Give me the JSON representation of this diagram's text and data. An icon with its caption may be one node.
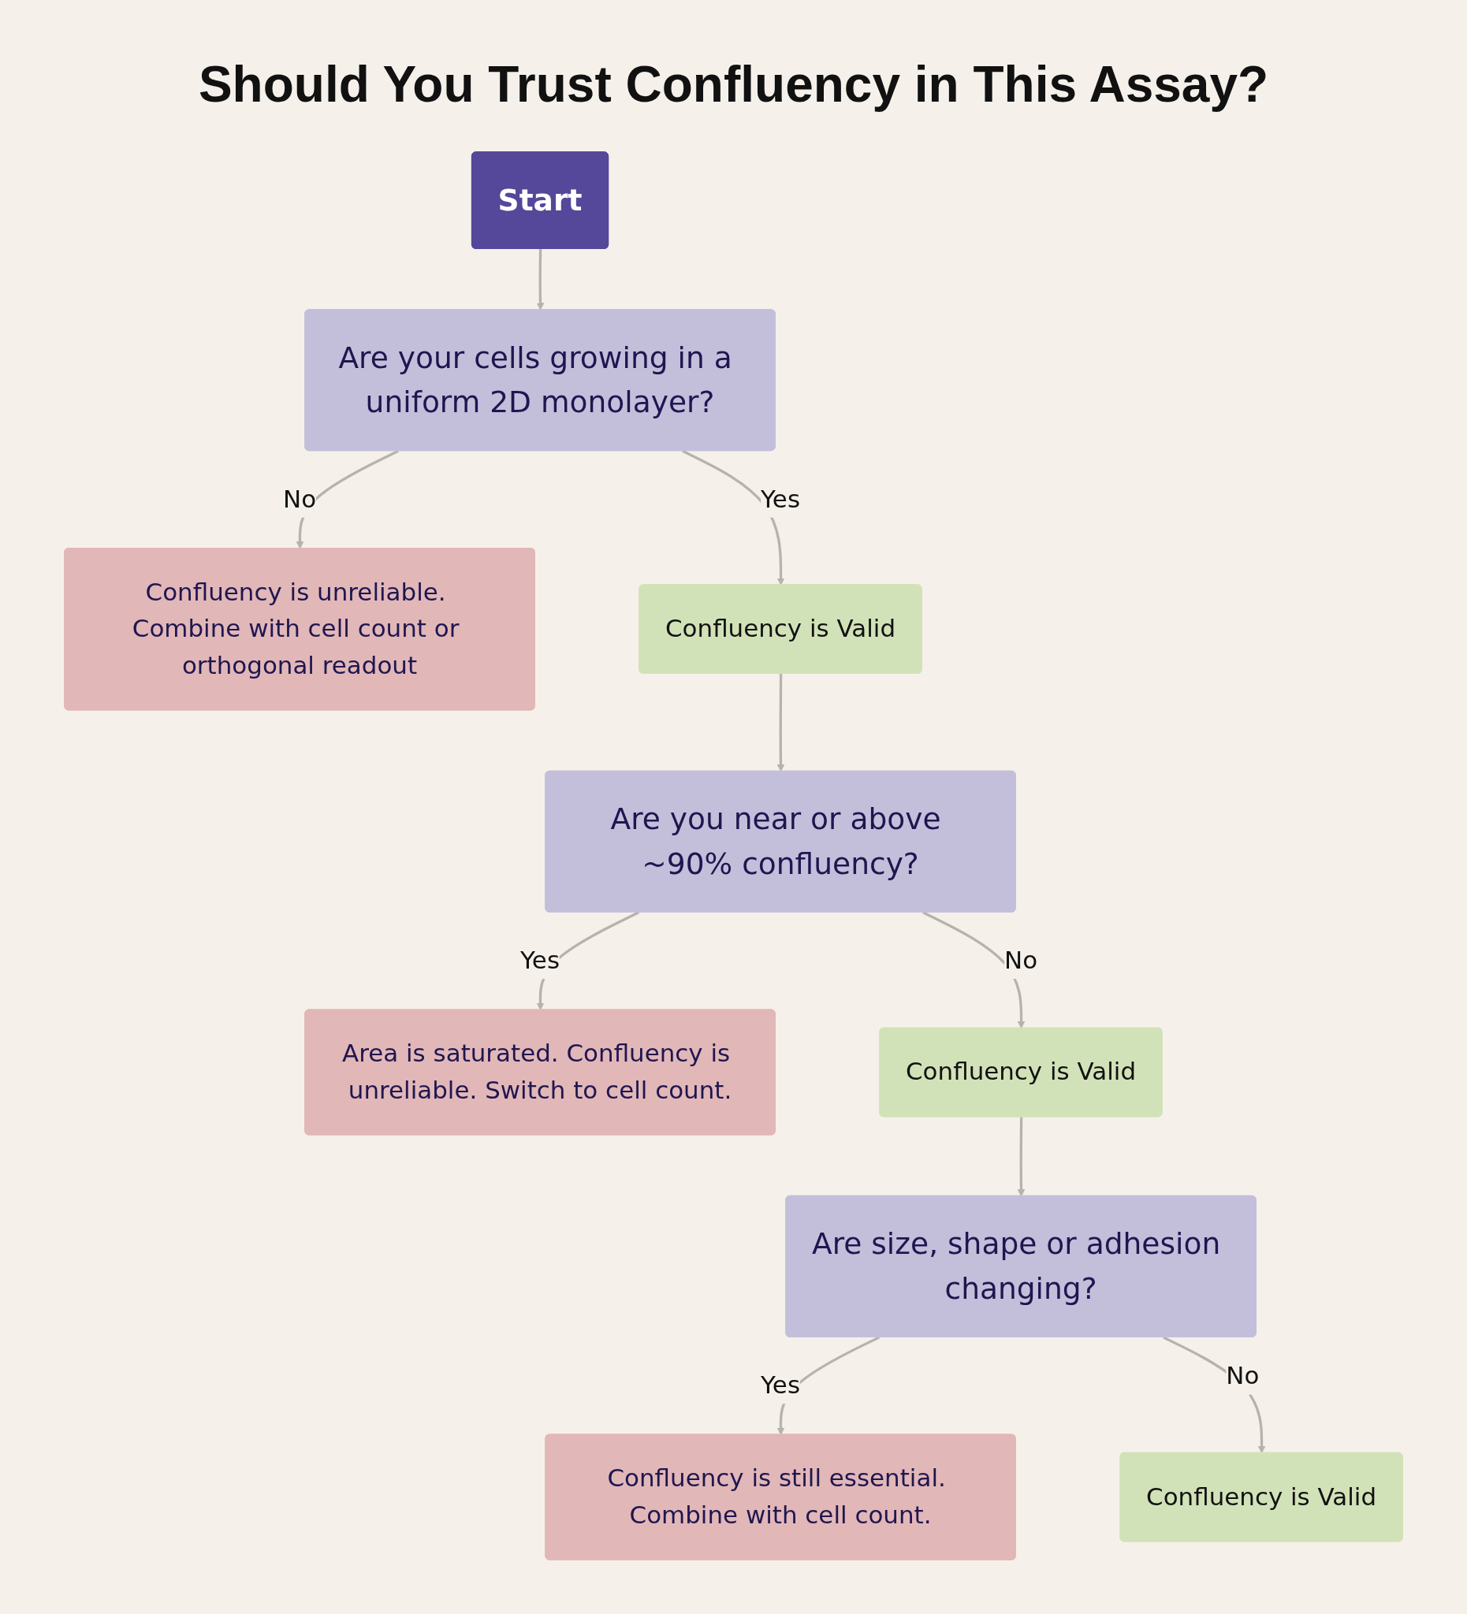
{
  "diagram": {
    "title": "Should You Trust Confluency in This Assay?",
    "nodes": [
      {
        "text": [
          "Start"
        ]
      },
      {
        "text": [
          "Are your cells growing in a uniform 2D monolayer?"
        ]
      },
      {
        "text": [
          "Confluency is unreliable. Combine with cell count or orthogonal readout"
        ]
      },
      {
        "text": [
          "Confluency is Valid"
        ]
      },
      {
        "text": [
          "Are you near or above ~90% confluency?"
        ]
      },
      {
        "text": [
          "Area is saturated. Confluency is unreliable. Switch to cell count."
        ]
      },
      {
        "text": [
          "Confluency is Valid"
        ]
      },
      {
        "text": [
          "Are size, shape or adhesion changing?"
        ]
      },
      {
        "text": [
          "Confluency is still essential. Combine with cell count."
        ]
      },
      {
        "text": [
          "Confluency is Valid"
        ]
      }
    ],
    "edges": [
      {
        "from": 0,
        "to": 1,
        "arrow": "to"
      },
      {
        "from": 1,
        "to": 2,
        "label": "No",
        "arrow": "to"
      },
      {
        "from": 1,
        "to": 3,
        "label": "Yes",
        "arrow": "to"
      },
      {
        "from": 3,
        "to": 4,
        "arrow": "to"
      },
      {
        "from": 4,
        "to": 5,
        "label": "Yes",
        "arrow": "to"
      },
      {
        "from": 4,
        "to": 6,
        "label": "No",
        "arrow": "to"
      },
      {
        "from": 6,
        "to": 7,
        "arrow": "to"
      },
      {
        "from": 7,
        "to": 8,
        "label": "Yes",
        "arrow": "to"
      },
      {
        "from": 7,
        "to": 9,
        "label": "No",
        "arrow": "to"
      }
    ]
  }
}
